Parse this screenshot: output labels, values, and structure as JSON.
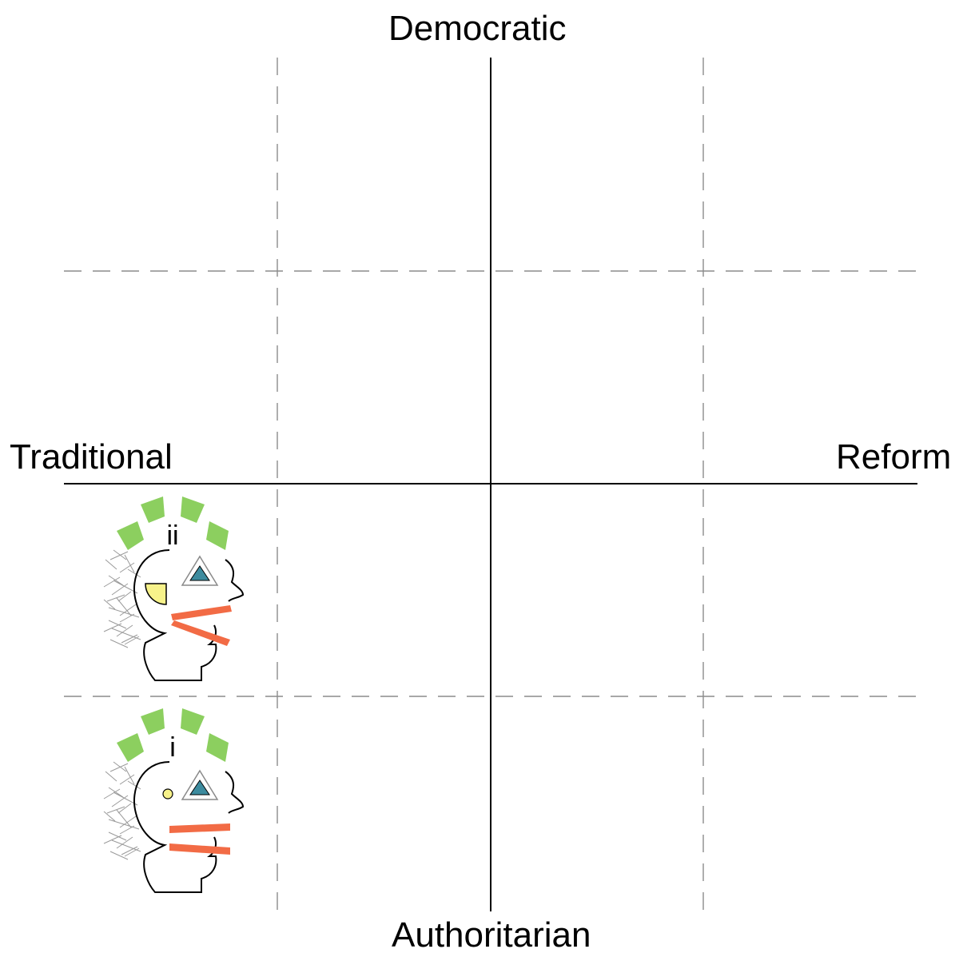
{
  "axes": {
    "top": "Democratic",
    "bottom": "Authoritarian",
    "left": "Traditional",
    "right": "Reform"
  },
  "figures": [
    {
      "id": "figure-ii",
      "label": "ii",
      "mouth": "open"
    },
    {
      "id": "figure-i",
      "label": "i",
      "mouth": "closed"
    }
  ],
  "colors": {
    "axis": "#000000",
    "grid": "#8c8c8c",
    "arc_segment": "#8ccf5f",
    "eye_yellow": "#f7f28a",
    "triangle_fill": "#3d8b9e",
    "triangle_outline": "#8a8a8a",
    "mouth_red": "#f26b45",
    "hair": "#9a9a9a"
  }
}
